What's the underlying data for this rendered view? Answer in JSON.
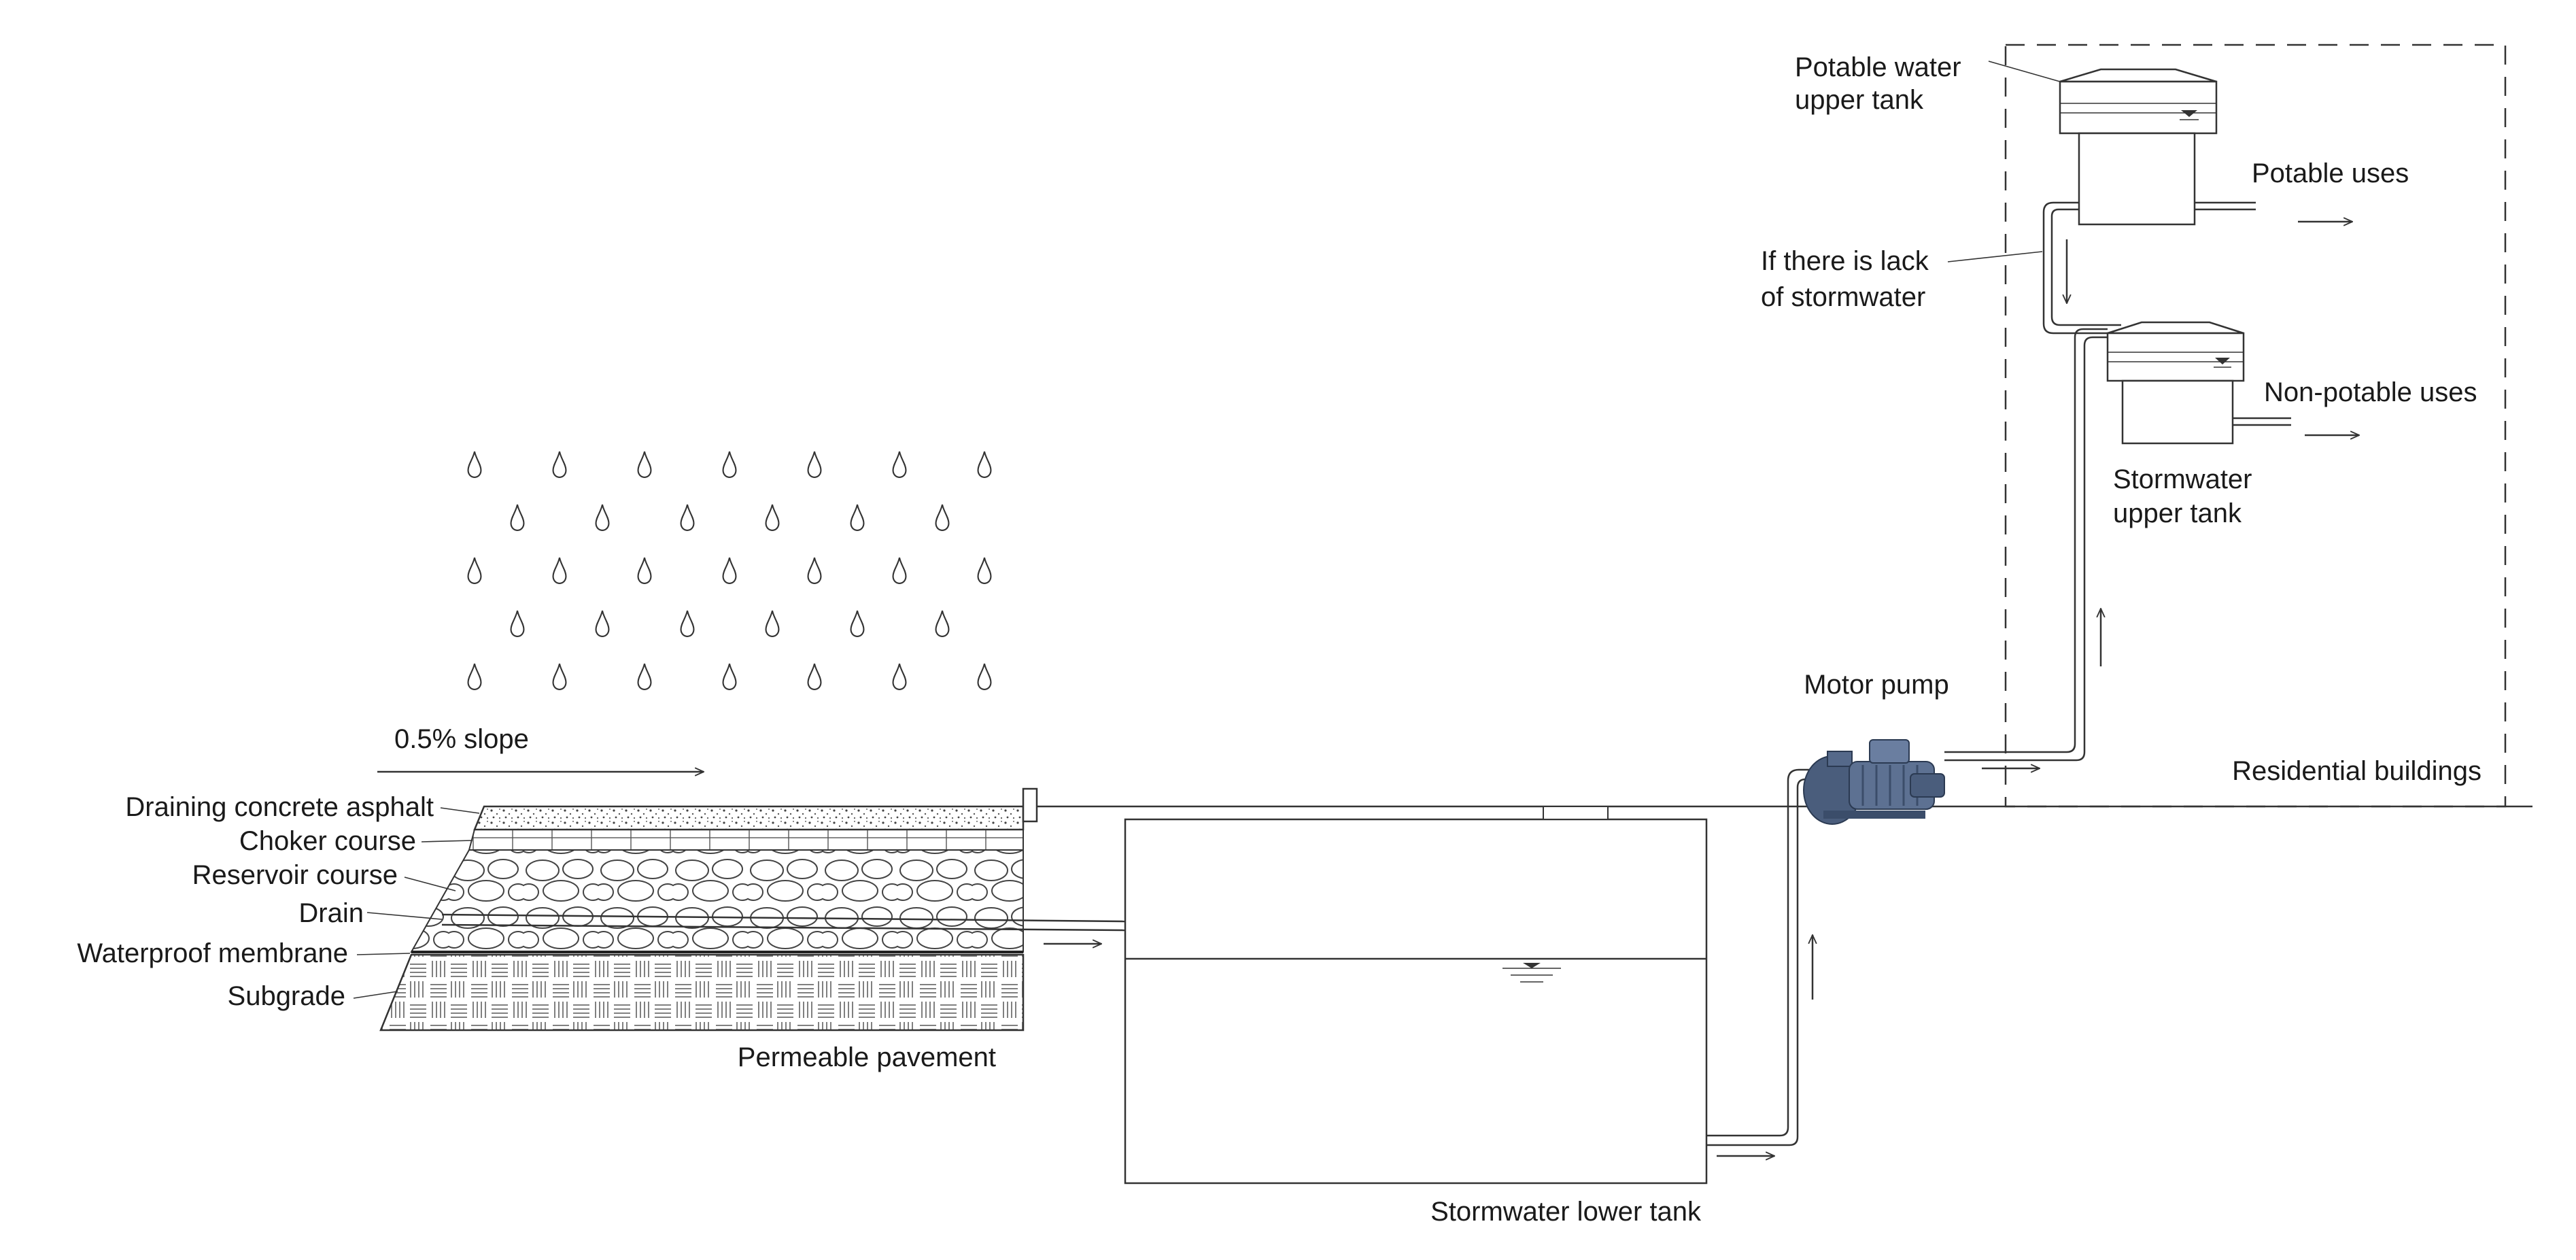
{
  "labels": {
    "slope": "0.5% slope",
    "draining_concrete_asphalt": "Draining concrete asphalt",
    "choker_course": "Choker course",
    "reservoir_course": "Reservoir course",
    "drain": "Drain",
    "waterproof_membrane": "Waterproof membrane",
    "subgrade": "Subgrade",
    "permeable_pavement": "Permeable pavement",
    "stormwater_lower_tank": "Stormwater lower tank",
    "motor_pump": "Motor pump",
    "residential_buildings": "Residential buildings",
    "potable_water_upper_tank_line1": "Potable water",
    "potable_water_upper_tank_line2": "upper tank",
    "potable_uses": "Potable uses",
    "lack_of_stormwater_line1": "If there is lack",
    "lack_of_stormwater_line2": "of stormwater",
    "non_potable_uses": "Non-potable uses",
    "stormwater_upper_tank_line1": "Stormwater",
    "stormwater_upper_tank_line2": "upper tank"
  }
}
